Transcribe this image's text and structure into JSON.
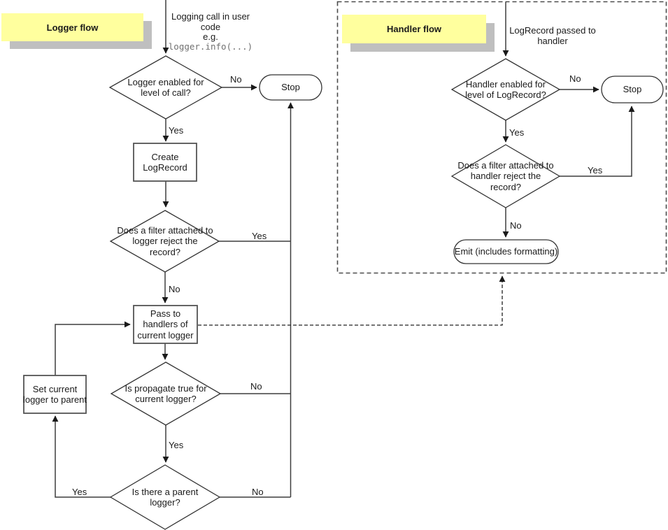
{
  "logger": {
    "title": "Logger flow",
    "entry_line": "Logging call in user code",
    "entry_eg": "e.g.",
    "entry_code": "logger.info(...)",
    "q_enabled": "Logger enabled for level of call?",
    "stop": "Stop",
    "create": "Create LogRecord",
    "q_filter": "Does a filter attached to logger reject the record?",
    "pass": "Pass to handlers of current logger",
    "q_propagate": "Is propagate true for current logger?",
    "q_parent": "Is there a parent logger?",
    "set_parent": "Set current logger to parent",
    "lbl_no_enabled": "No",
    "lbl_yes_enabled": "Yes",
    "lbl_yes_filter": "Yes",
    "lbl_no_filter": "No",
    "lbl_no_propagate": "No",
    "lbl_yes_propagate": "Yes",
    "lbl_yes_parent": "Yes",
    "lbl_no_parent": "No"
  },
  "handler": {
    "title": "Handler flow",
    "entry": "LogRecord passed to handler",
    "q_enabled": "Handler enabled for level of LogRecord?",
    "stop": "Stop",
    "q_filter": "Does a filter attached to handler reject the record?",
    "emit": "Emit (includes formatting)",
    "lbl_no_enabled": "No",
    "lbl_yes_enabled": "Yes",
    "lbl_yes_filter": "Yes",
    "lbl_no_filter": "No"
  },
  "colors": {
    "note_bg": "#ffff9e",
    "note_shadow": "#bfbfbf",
    "line": "#3d3d3d",
    "code_text": "#707070"
  }
}
